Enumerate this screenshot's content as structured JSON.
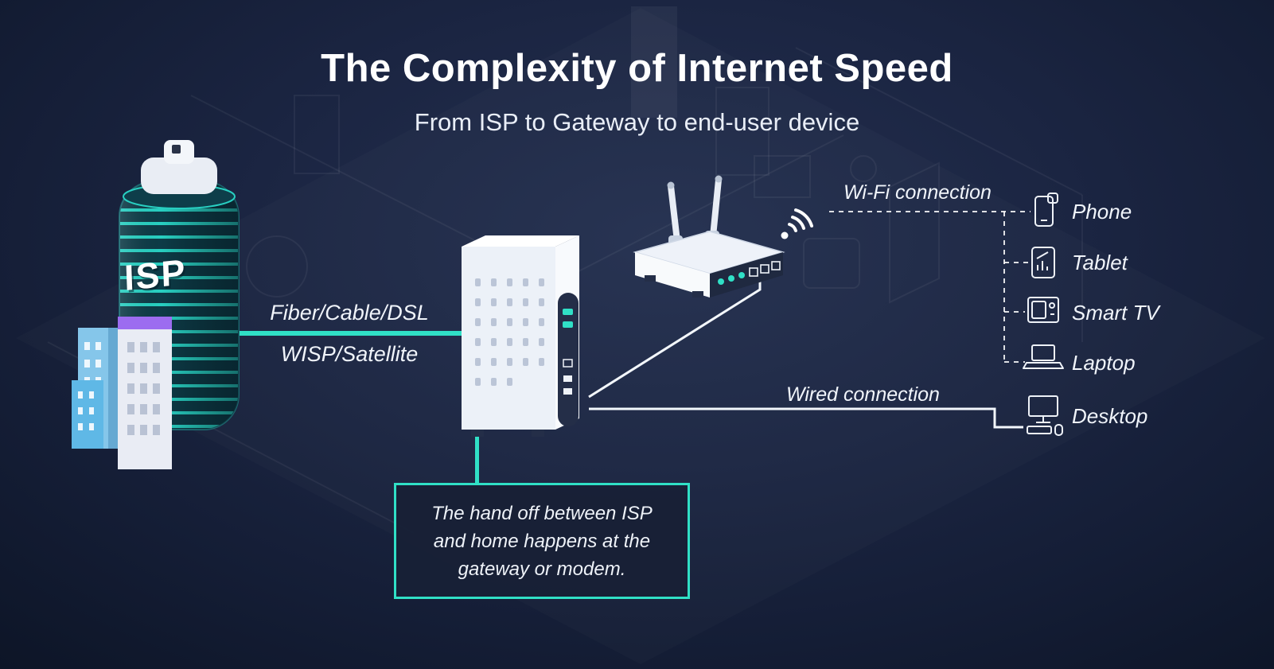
{
  "header": {
    "title": "The Complexity of Internet Speed",
    "subtitle": "From ISP to Gateway to end-user device"
  },
  "isp_building": {
    "label": "ISP"
  },
  "links": {
    "isp_to_modem_top": "Fiber/Cable/DSL",
    "isp_to_modem_bottom": "WISP/Satellite",
    "wifi": "Wi-Fi connection",
    "wired": "Wired connection"
  },
  "devices": [
    {
      "name": "Phone"
    },
    {
      "name": "Tablet"
    },
    {
      "name": "Smart TV"
    },
    {
      "name": "Laptop"
    },
    {
      "name": "Desktop"
    }
  ],
  "callout": {
    "line1": "The hand off between ISP",
    "line2": "and home happens at the",
    "line3": "gateway or modem."
  },
  "colors": {
    "accent_teal": "#30e0c6",
    "background_navy": "#16203a",
    "text_white": "#ffffff"
  }
}
